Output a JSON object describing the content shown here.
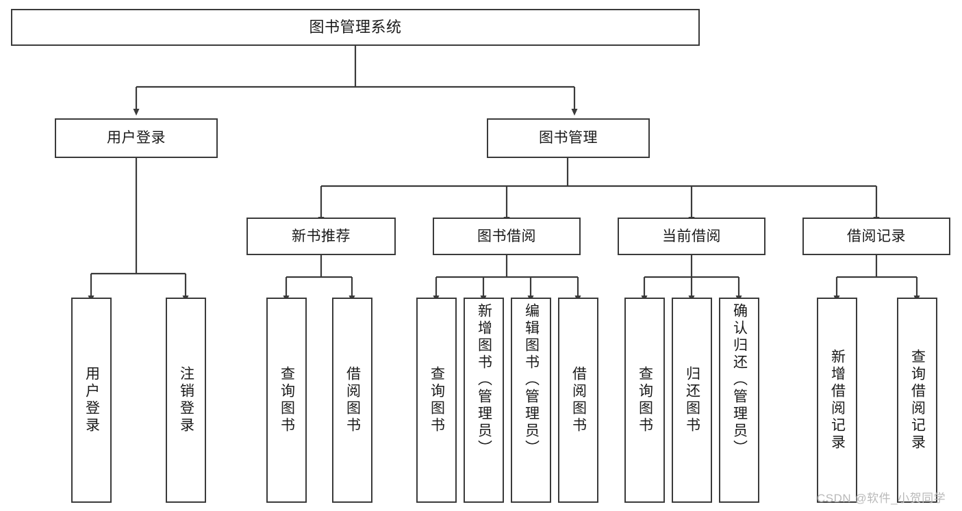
{
  "diagram": {
    "title": "图书管理系统",
    "type": "tree-hierarchy",
    "root": {
      "label": "图书管理系统"
    },
    "level2": [
      {
        "label": "用户登录"
      },
      {
        "label": "图书管理"
      }
    ],
    "level3": [
      {
        "label": "新书推荐"
      },
      {
        "label": "图书借阅"
      },
      {
        "label": "当前借阅"
      },
      {
        "label": "借阅记录"
      }
    ],
    "leaves": {
      "user_login": [
        {
          "label": "用户登录"
        },
        {
          "label": "注销登录"
        }
      ],
      "new_book_recommend": [
        {
          "label": "查询图书"
        },
        {
          "label": "借阅图书"
        }
      ],
      "book_borrow": [
        {
          "label": "查询图书"
        },
        {
          "label": "新增图书（管理员）"
        },
        {
          "label": "编辑图书（管理员）"
        },
        {
          "label": "借阅图书"
        }
      ],
      "current_borrow": [
        {
          "label": "查询图书"
        },
        {
          "label": "归还图书"
        },
        {
          "label": "确认归还（管理员）"
        }
      ],
      "borrow_record": [
        {
          "label": "新增借阅记录"
        },
        {
          "label": "查询借阅记录"
        }
      ]
    }
  },
  "watermark": {
    "text": "CSDN @软件_小贺同学"
  },
  "colors": {
    "stroke": "#3a3a3a",
    "text": "#1a1a1a",
    "background": "#ffffff",
    "watermark": "#b9b9b9"
  }
}
